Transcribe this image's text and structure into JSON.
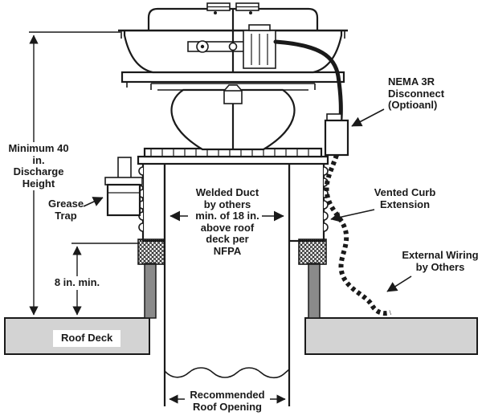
{
  "labels": {
    "discharge_height": "Minimum 40 in.\nDischarge\nHeight",
    "grease_trap": "Grease\nTrap",
    "min_8in": "8 in. min.",
    "roof_deck": "Roof Deck",
    "nema_disconnect": "NEMA 3R\nDisconnect\n(Optioanl)",
    "welded_duct": "Welded Duct\nby others\nmin. of 18 in.\nabove roof\ndeck per\nNFPA",
    "vented_curb_extension": "Vented Curb\nExtension",
    "external_wiring": "External Wiring\nby Others",
    "recommended_roof_opening": "Recommended\nRoof Opening"
  },
  "colors": {
    "line": "#1a1a1a",
    "roof_deck_fill": "#d3d3d3",
    "post_fill": "#8a8a8a",
    "background": "#ffffff"
  }
}
